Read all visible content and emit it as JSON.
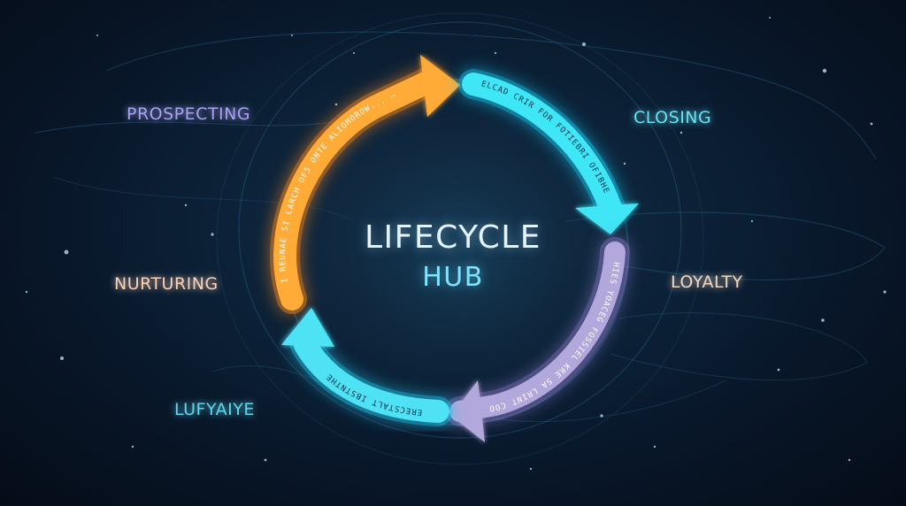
{
  "hub": {
    "line1": "LIFECYCLE",
    "line2": "HUB",
    "line1_color": "#e4f4ff",
    "line2_color": "#7fe3ff"
  },
  "stages": [
    {
      "id": "prospecting",
      "label": "PROSPECTING",
      "color": "#a8a2f0"
    },
    {
      "id": "closing",
      "label": "CLOSING",
      "color": "#67e0f2"
    },
    {
      "id": "loyalty",
      "label": "LOYALTY",
      "color": "#f0d8c4"
    },
    {
      "id": "nurturing",
      "label": "NURTURING",
      "color": "#f8d2b8"
    },
    {
      "id": "lufyaiye",
      "label": "LUFYAIYE",
      "color": "#5fd6ec"
    }
  ],
  "arrows": [
    {
      "id": "orange-arrow",
      "text": "I REUNAE SI CARCH OF5 ONTE ALIOMOROW... —",
      "color": "#ffab38",
      "glow": "#ff8a1e"
    },
    {
      "id": "cyan-arrow",
      "text": "ELCAD CRIR FOR FOTIEBRI OFIBHE",
      "color": "#3fe6f6",
      "glow": "#19c8ee"
    },
    {
      "id": "lavender-arrow",
      "text": "HIES YOACEG FOSSIEL KRE SA LRINT COO",
      "color": "#b3a8dc",
      "glow": "#8f7fd0"
    },
    {
      "id": "teal-arrow",
      "text": "ERECSTALT IBSTNTHE",
      "color": "#4ee2f4",
      "glow": "#22c6ee"
    }
  ]
}
